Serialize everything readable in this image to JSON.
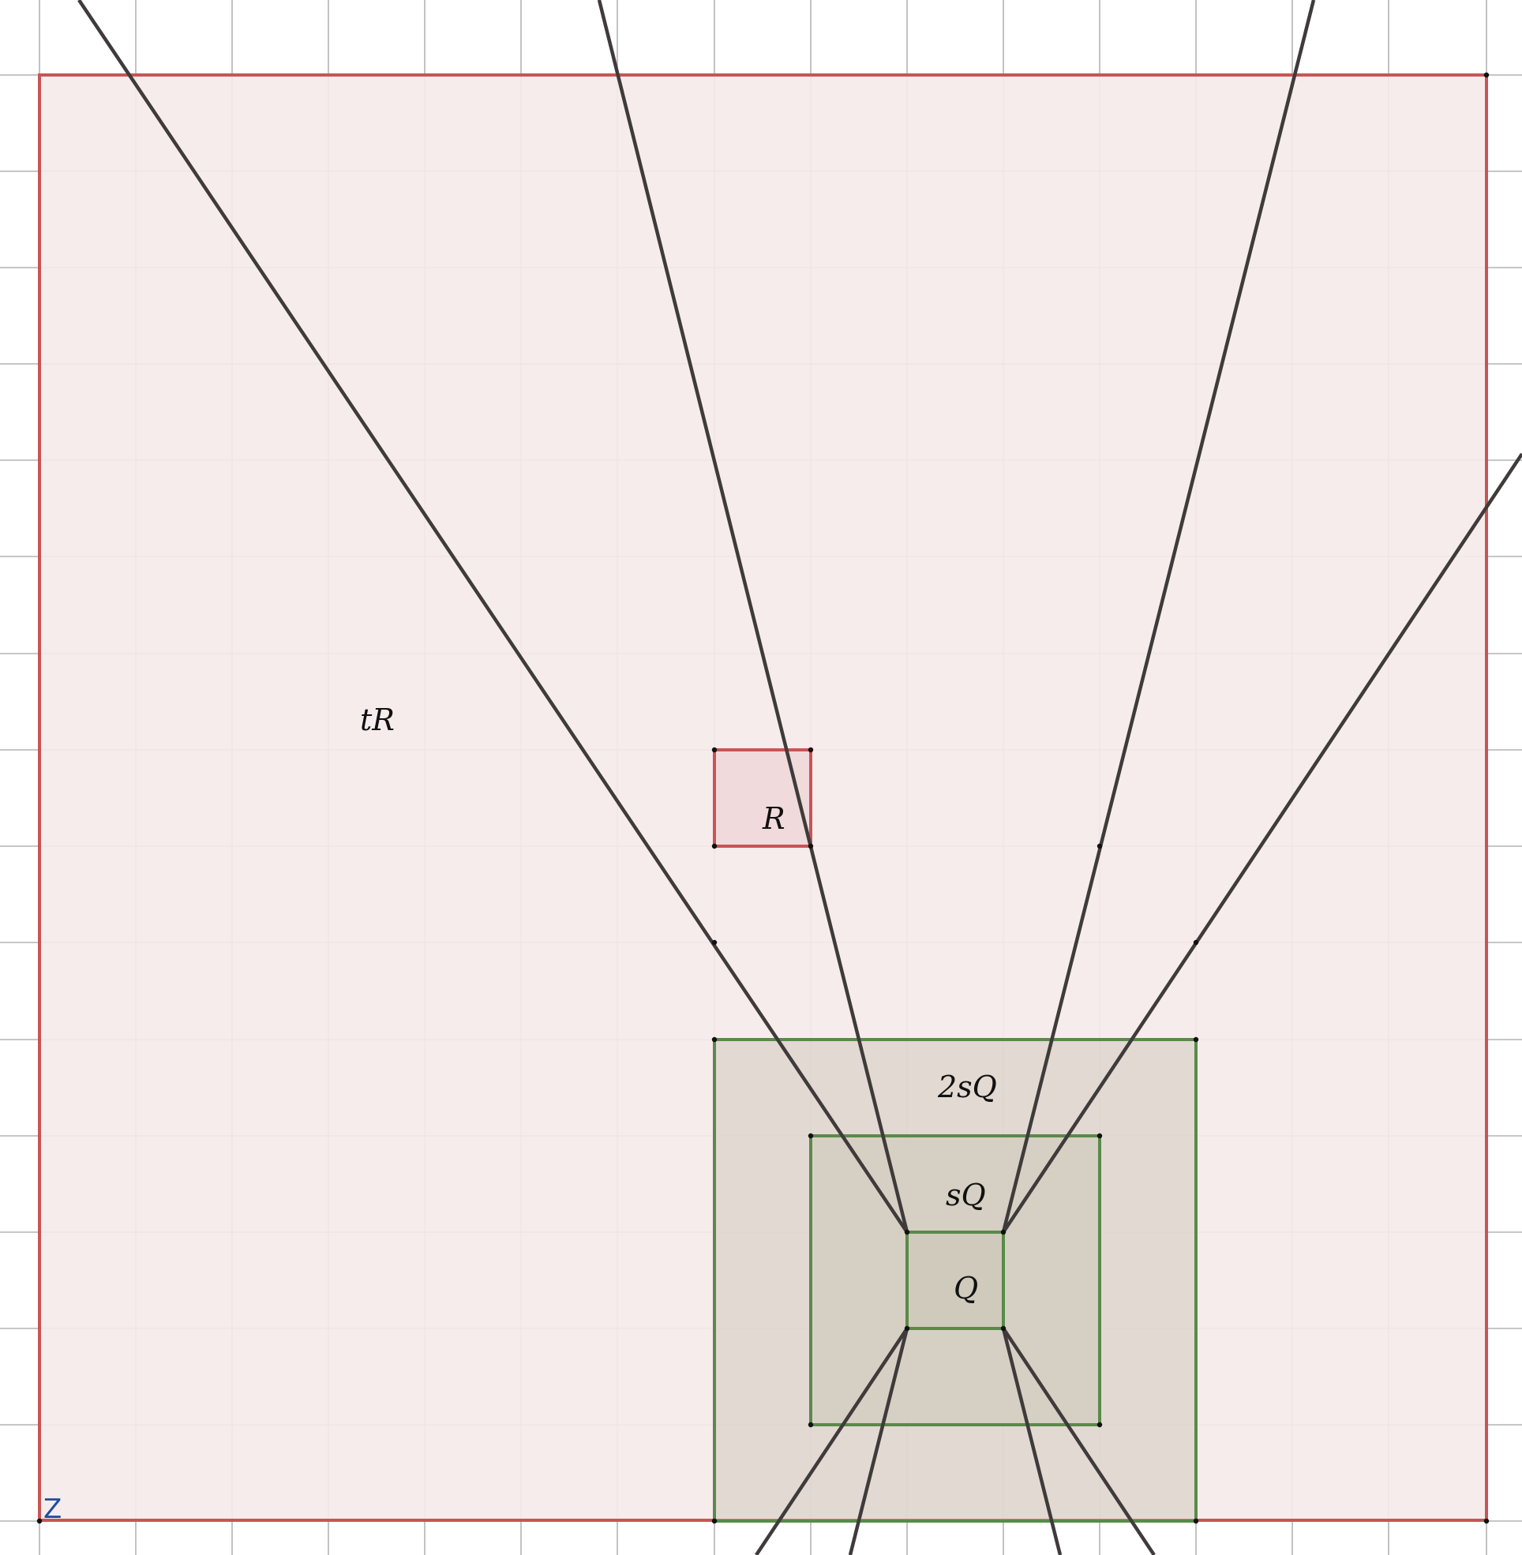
{
  "labels": {
    "tR": "tR",
    "R": "R",
    "two_sQ": "2sQ",
    "sQ": "sQ",
    "Q": "Q",
    "Z": "Z"
  },
  "colors": {
    "background": "#ffffff",
    "grid": "#b4b4b4",
    "red_stroke": "#c85555",
    "red_fill_light": "#f6eaea",
    "red_fill_small": "#f0d8da",
    "green_stroke": "#5a8a4a",
    "green_fill": "#c8c4b4",
    "ray_stroke": "#3f3b3b",
    "point": "#111111",
    "z_label": "#1f4ea3"
  }
}
